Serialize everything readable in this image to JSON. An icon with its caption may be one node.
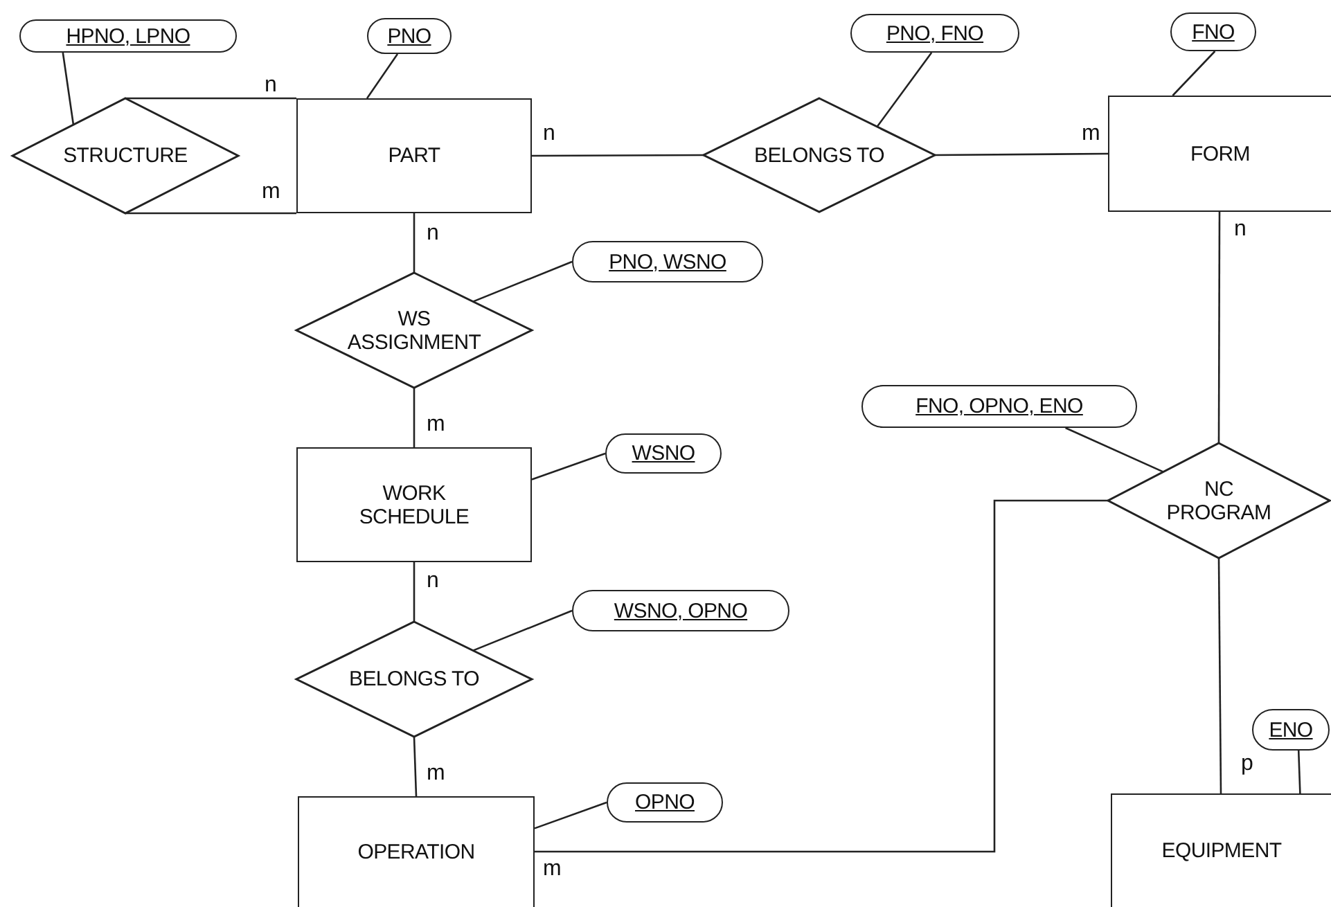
{
  "diagram": {
    "nodes": [
      {
        "text": [
          "HPNO, LPNO"
        ]
      },
      {
        "text": [
          "PNO"
        ]
      },
      {
        "text": [
          "PNO, FNO"
        ]
      },
      {
        "text": [
          "FNO"
        ]
      },
      {
        "text": [
          "STRUCTURE"
        ]
      },
      {
        "text": [
          "PART"
        ]
      },
      {
        "text": [
          "BELONGS TO"
        ]
      },
      {
        "text": [
          "FORM"
        ]
      },
      {
        "text": [
          "PNO, WSNO"
        ]
      },
      {
        "text": [
          "WS ASSIGNMENT"
        ]
      },
      {
        "text": [
          "WORK SCHEDULE"
        ]
      },
      {
        "text": [
          "WSNO"
        ]
      },
      {
        "text": [
          "FNO, OPNO, ENO"
        ]
      },
      {
        "text": [
          "NC PROGRAM"
        ]
      },
      {
        "text": [
          "WSNO, OPNO"
        ]
      },
      {
        "text": [
          "BELONGS TO"
        ]
      },
      {
        "text": [
          "ENO"
        ]
      },
      {
        "text": [
          "OPNO"
        ]
      },
      {
        "text": [
          "OPERATION"
        ]
      },
      {
        "text": [
          "EQUIPMENT"
        ]
      }
    ],
    "edges": [
      {
        "from": 0,
        "to": 4,
        "arrow": "none"
      },
      {
        "from": 1,
        "to": 5,
        "arrow": "none"
      },
      {
        "from": 2,
        "to": 6,
        "arrow": "none"
      },
      {
        "from": 3,
        "to": 7,
        "arrow": "none"
      },
      {
        "from": 4,
        "to": 5,
        "label": "n",
        "arrow": "none"
      },
      {
        "from": 4,
        "to": 5,
        "label": "m",
        "arrow": "none"
      },
      {
        "from": 5,
        "to": 6,
        "label": "n",
        "arrow": "none"
      },
      {
        "from": 6,
        "to": 7,
        "label": "m",
        "arrow": "none"
      },
      {
        "from": 5,
        "to": 9,
        "label": "n",
        "arrow": "none"
      },
      {
        "from": 8,
        "to": 9,
        "arrow": "none"
      },
      {
        "from": 9,
        "to": 10,
        "label": "m",
        "arrow": "none"
      },
      {
        "from": 11,
        "to": 10,
        "arrow": "none"
      },
      {
        "from": 7,
        "to": 13,
        "label": "n",
        "arrow": "none"
      },
      {
        "from": 12,
        "to": 13,
        "arrow": "none"
      },
      {
        "from": 18,
        "to": 13,
        "label": "m",
        "arrow": "none"
      },
      {
        "from": 10,
        "to": 15,
        "label": "n",
        "arrow": "none"
      },
      {
        "from": 14,
        "to": 15,
        "arrow": "none"
      },
      {
        "from": 15,
        "to": 18,
        "label": "m",
        "arrow": "none"
      },
      {
        "from": 13,
        "to": 19,
        "label": "p",
        "arrow": "none"
      },
      {
        "from": 16,
        "to": 19,
        "arrow": "none"
      },
      {
        "from": 17,
        "to": 18,
        "arrow": "none"
      }
    ]
  }
}
